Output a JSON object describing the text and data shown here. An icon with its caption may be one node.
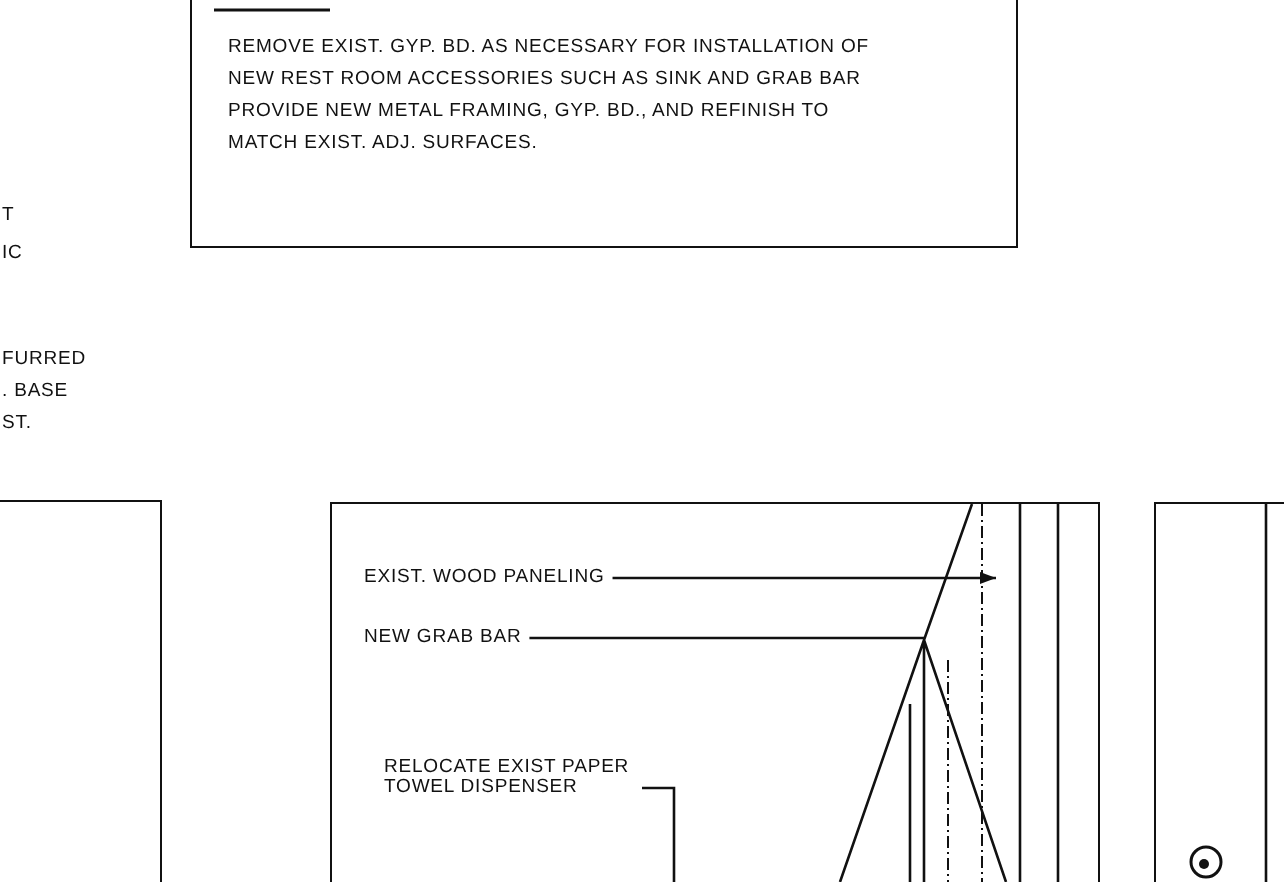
{
  "diagram": {
    "nodes": [
      {
        "text": [
          "REMOVE EXIST. GYP. BD. AS NECESSARY FOR INSTALLATION OF NEW REST ROOM ACCESSORIES SUCH AS SINK AND GRAB BAR PROVIDE NEW METAL FRAMING, GYP. BD., AND REFINISH TO MATCH EXIST. ADJ. SURFACES."
        ]
      },
      {
        "text": [],
        "shape": "box"
      },
      {
        "text": [],
        "shape": "box"
      },
      {
        "text": [
          "EXIST. WOOD PANELING"
        ],
        "in": 2
      },
      {
        "text": [
          "NEW GRAB BAR"
        ],
        "in": 2
      },
      {
        "text": [
          "RELOCATE EXIST PAPER TOWEL DISPENSER"
        ],
        "in": 2
      },
      {
        "text": [],
        "shape": "box"
      }
    ],
    "edges": [
      {
        "from": 3,
        "to": null,
        "arrow": "to"
      },
      {
        "from": 4,
        "to": null,
        "arrow": "none"
      },
      {
        "from": 5,
        "to": null,
        "arrow": "none"
      }
    ],
    "labels": [
      "T IC",
      "FURRED . BASE ST."
    ]
  }
}
